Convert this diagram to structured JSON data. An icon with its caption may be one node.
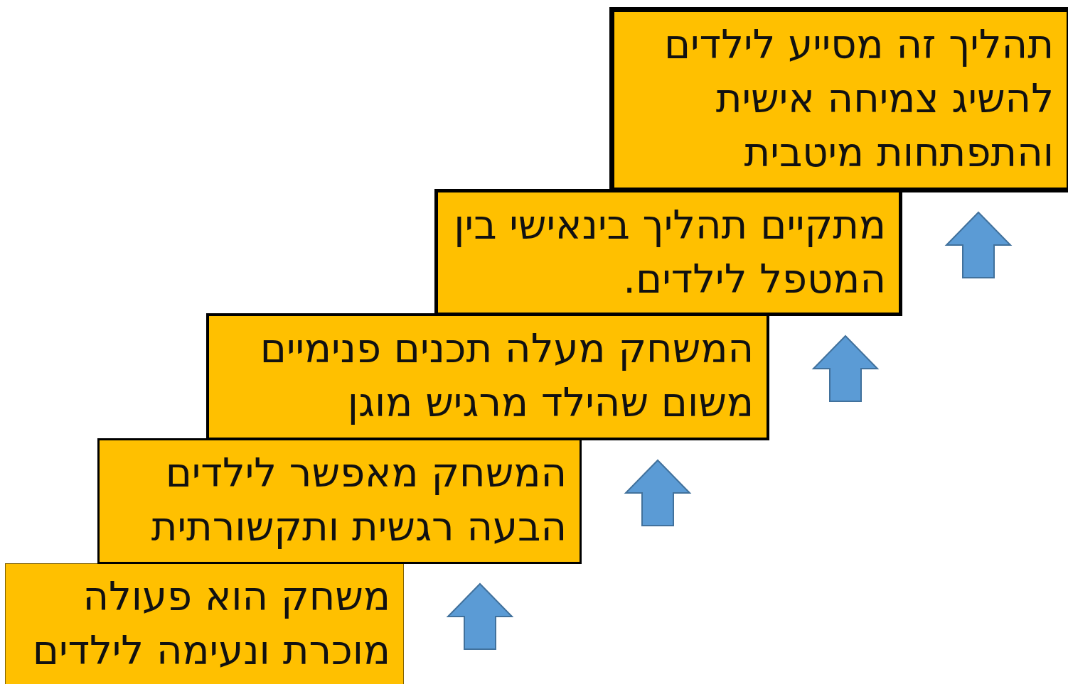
{
  "diagram": {
    "nodes": [
      {
        "text": [
          "משחק הוא פעולה מוכרת ונעימה לילדים"
        ]
      },
      {
        "text": [
          "המשחק מאפשר לילדים הבעה רגשית ותקשורתית"
        ]
      },
      {
        "text": [
          "המשחק מעלה תכנים פנימיים משום שהילד מרגיש מוגן"
        ]
      },
      {
        "text": [
          "מתקיים תהליך בינאישי בין המטפל לילדים."
        ]
      },
      {
        "text": [
          "תהליך זה מסייע לילדים להשיג צמיחה אישית והתפתחות מיטבית"
        ]
      }
    ],
    "edges": [
      {
        "from": 0,
        "to": 1,
        "arrow": "to"
      },
      {
        "from": 1,
        "to": 2,
        "arrow": "to"
      },
      {
        "from": 2,
        "to": 3,
        "arrow": "to"
      },
      {
        "from": 3,
        "to": 4,
        "arrow": "to"
      }
    ]
  }
}
